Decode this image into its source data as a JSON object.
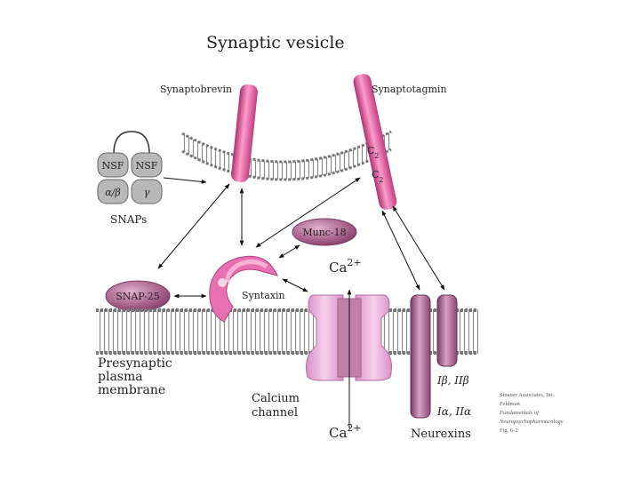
{
  "title": "Synaptic vesicle",
  "labels": {
    "synaptobrevin": "Synaptobrevin",
    "synaptotagmin": "Synaptotagmin",
    "nsf": "NSF",
    "alpha_beta": "α/β",
    "gamma": "γ",
    "snaps": "SNAPs",
    "munc18": "Munc-18",
    "snap25": "SNAP-25",
    "syntaxin": "Syntaxin",
    "ca_top": "Ca",
    "ca_top_charge": "2+",
    "ca_bottom": "Ca",
    "ca_bottom_charge": "2+",
    "c2": "C",
    "c2_sub": "2",
    "presynaptic_line1": "Presynaptic",
    "presynaptic_line2": "plasma",
    "presynaptic_line3": "membrane",
    "calcium_line1": "Calcium",
    "calcium_line2": "channel",
    "neurexin_ib": "Iβ, IIβ",
    "neurexin_ia": "Iα, IIα",
    "neurexins": "Neurexins"
  },
  "credit": {
    "line1": "Sinauer Associates, Inc.",
    "line2": "Feldman",
    "line3": "Fundamentals of",
    "line4": "Neuropsychopharmacology",
    "line5": "Fig. 6-2"
  },
  "colors": {
    "membrane": "#a0a0a0",
    "pink": "#e0609a",
    "mauve": "#a8688c",
    "lavender": "#e8b0d8"
  }
}
